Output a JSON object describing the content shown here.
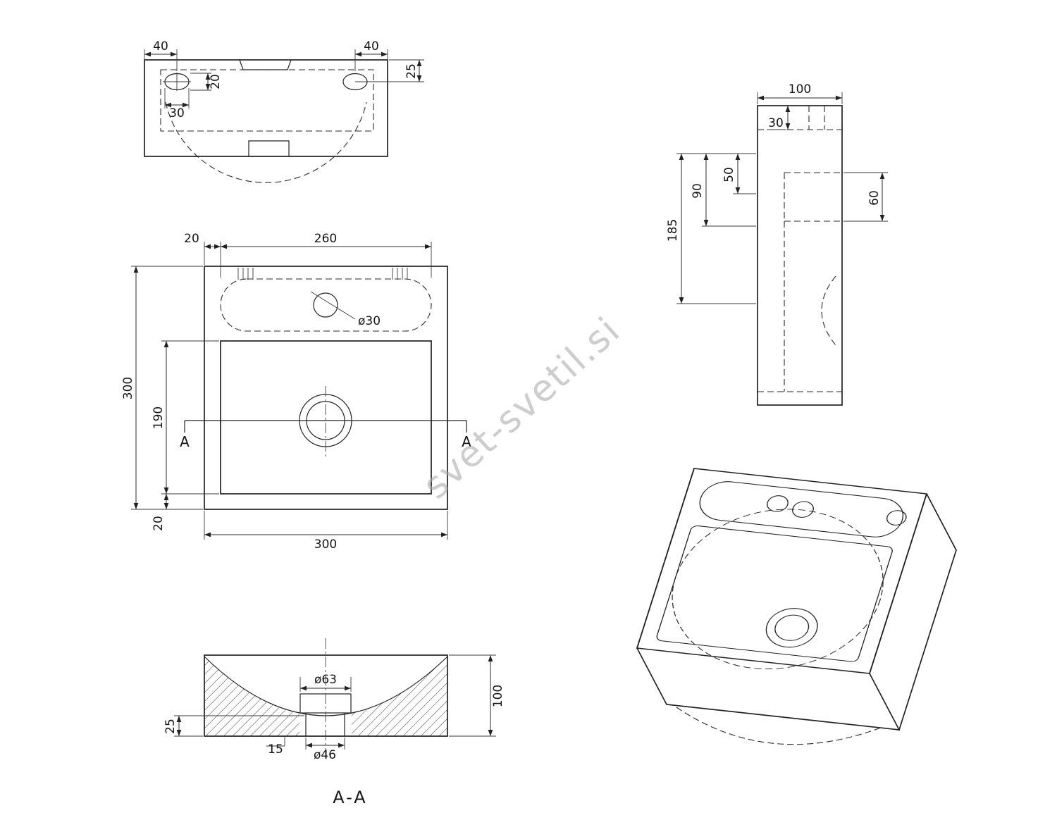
{
  "watermark": "svet-svetil.si",
  "front_view": {
    "dim_hole_left_offset": "40",
    "dim_hole_right_offset": "40",
    "dim_hole_top_offset": "25",
    "dim_hole_height": "20",
    "dim_hole_width": "30"
  },
  "plan_view": {
    "dim_deck_left_inset": "20",
    "dim_deck_width": "260",
    "dim_overall_depth": "300",
    "dim_basin_depth": "190",
    "dim_basin_bottom_inset": "20",
    "dim_overall_width": "300",
    "dim_tap_hole_diameter": "ø30",
    "section_marker_left": "A",
    "section_marker_right": "A"
  },
  "side_view": {
    "dim_width": "100",
    "dim_deck_thickness": "30",
    "dim_slot_top_offset": "50",
    "dim_slot_bottom_offset": "90",
    "dim_slot_height": "60",
    "dim_total_height": "185"
  },
  "section_view": {
    "dim_drain_outer_diameter": "ø63",
    "dim_body_height": "100",
    "dim_bottom_thickness": "25",
    "dim_drain_lip": "15",
    "dim_drain_inner_diameter": "ø46",
    "label": "A-A"
  }
}
